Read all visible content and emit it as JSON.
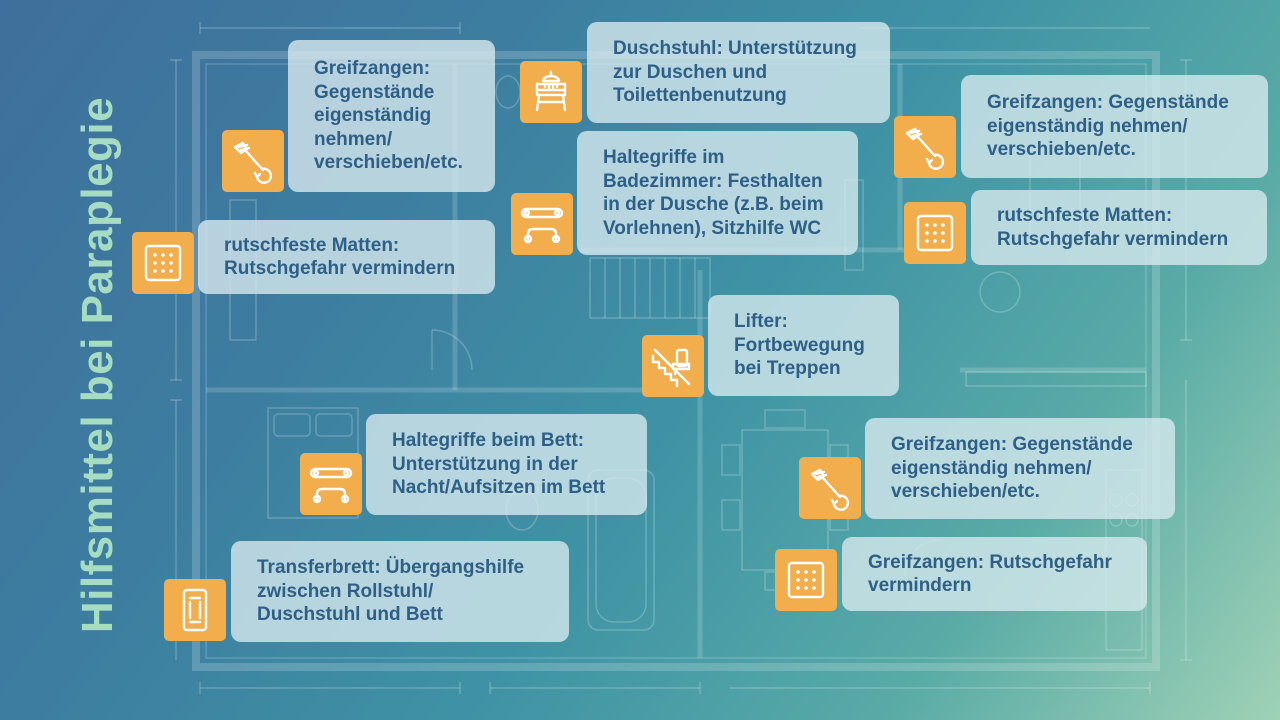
{
  "title": "Hilfsmittel bei Paraplegie",
  "colors": {
    "card_text": "#2e5f86",
    "badge": "#f2ae4d",
    "title": "#a6dcc1"
  },
  "items": [
    {
      "id": "greifzangen-1",
      "icon": "grabber-icon",
      "text": "Greifzangen:\nGegenstände\neigenständig\nnehmen/\nverschieben/etc."
    },
    {
      "id": "duschstuhl",
      "icon": "shower-chair-icon",
      "text": "Duschstuhl: Unterstützung\nzur Duschen und\nToilettenbenutzung"
    },
    {
      "id": "greifzangen-2",
      "icon": "grabber-icon",
      "text": "Greifzangen: Gegenstände\neigenständig nehmen/\nverschieben/etc."
    },
    {
      "id": "haltegriffe-bad",
      "icon": "grab-bar-icon",
      "text": "Haltegriffe im\nBadezimmer: Festhalten\nin der Dusche (z.B. beim\nVorlehnen), Sitzhilfe WC"
    },
    {
      "id": "matten-1",
      "icon": "non-slip-mat-icon",
      "text": "rutschfeste Matten:\nRutschgefahr vermindern"
    },
    {
      "id": "matten-2",
      "icon": "non-slip-mat-icon",
      "text": "rutschfeste Matten:\nRutschgefahr vermindern"
    },
    {
      "id": "lifter",
      "icon": "stair-lift-icon",
      "text": "Lifter:\nFortbewegung\nbei Treppen"
    },
    {
      "id": "haltegriffe-bett",
      "icon": "grab-bar-icon",
      "text": "Haltegriffe beim Bett:\nUnterstützung in der\nNacht/Aufsitzen im Bett"
    },
    {
      "id": "greifzangen-3",
      "icon": "grabber-icon",
      "text": "Greifzangen:  Gegenstände\neigenständig nehmen/\nverschieben/etc."
    },
    {
      "id": "greifzangen-4",
      "icon": "non-slip-mat-icon",
      "text": "Greifzangen: Rutschgefahr\nvermindern"
    },
    {
      "id": "transferbrett",
      "icon": "transfer-board-icon",
      "text": "Transferbrett: Übergangshilfe\nzwischen Rollstuhl/\nDuschstuhl und Bett"
    }
  ]
}
